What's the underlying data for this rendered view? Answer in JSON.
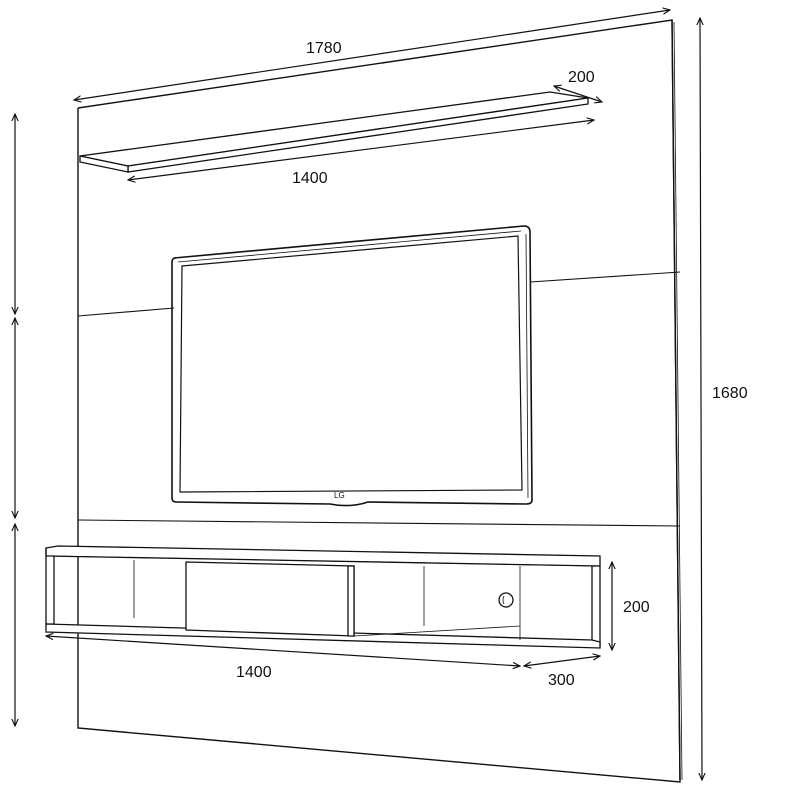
{
  "dimensions": {
    "panel_width": "1780",
    "panel_height": "1680",
    "top_shelf_length": "1400",
    "top_shelf_depth": "200",
    "rack_length": "1400",
    "rack_depth": "300",
    "rack_height": "200"
  },
  "tv": {
    "logo": "LG"
  },
  "colors": {
    "line": "#111111",
    "background": "#ffffff"
  }
}
